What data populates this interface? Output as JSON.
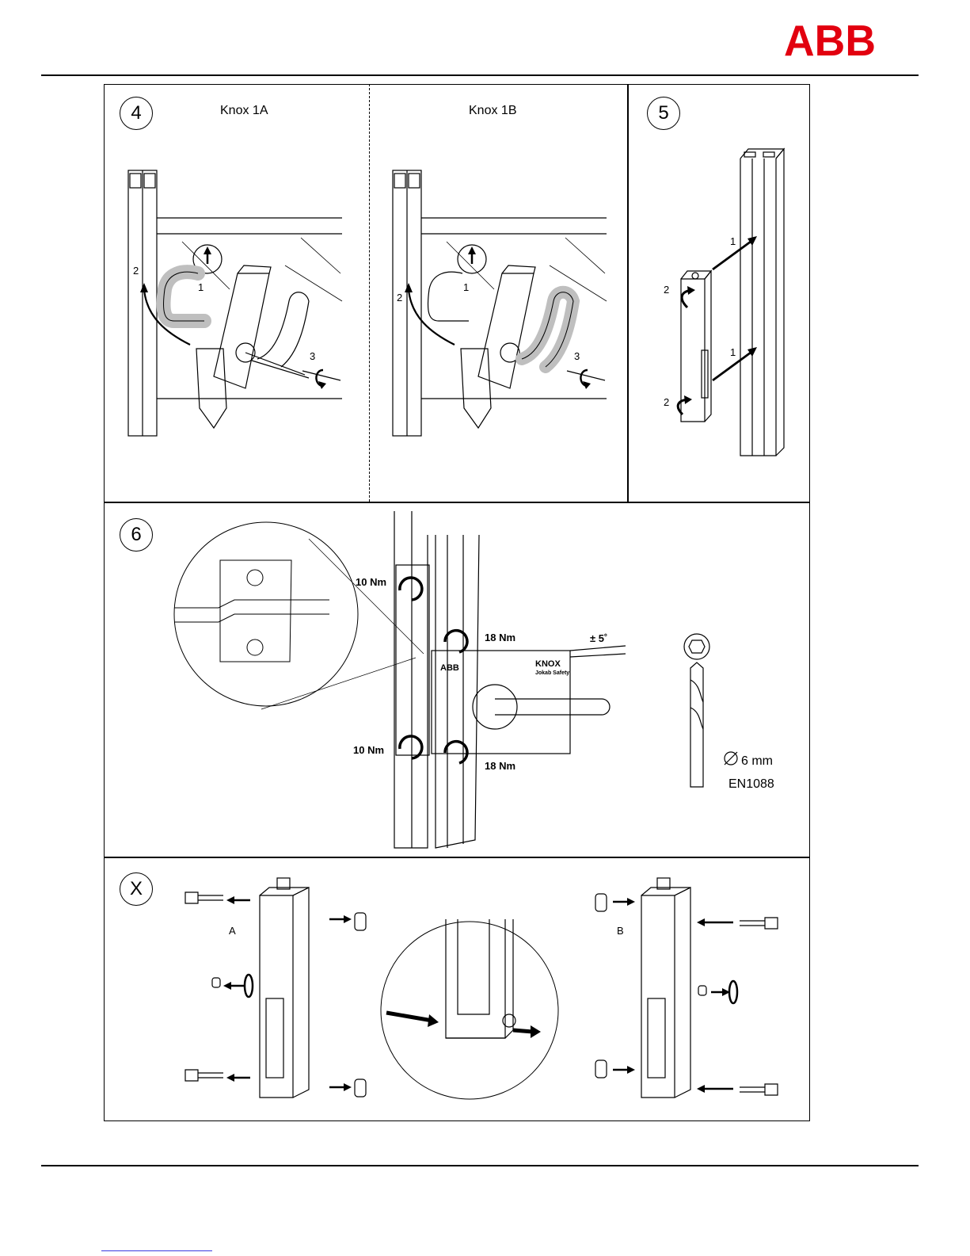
{
  "header": {
    "logo_text": "ABB",
    "brand_color": "#e2000f"
  },
  "panels": {
    "step4": {
      "number": "4",
      "knox_1a": {
        "title": "Knox 1A",
        "labels": [
          "1",
          "2",
          "3"
        ]
      },
      "knox_1b": {
        "title": "Knox 1B",
        "labels": [
          "1",
          "2",
          "3"
        ]
      }
    },
    "step5": {
      "number": "5",
      "labels": [
        "1",
        "1",
        "2",
        "2"
      ]
    },
    "step6": {
      "number": "6",
      "torque_top_left": "10 Nm",
      "torque_top_right": "18 Nm",
      "torque_bottom_left": "10 Nm",
      "torque_bottom_right": "18 Nm",
      "angle": "± 5˚",
      "lock_brand": "KNOX",
      "lock_sub": "Jokab Safety",
      "lock_logo": "ABB",
      "drill_size": "6 mm",
      "drill_standard": "EN1088"
    },
    "stepX": {
      "number": "X",
      "label_a": "A",
      "label_b": "B"
    }
  }
}
